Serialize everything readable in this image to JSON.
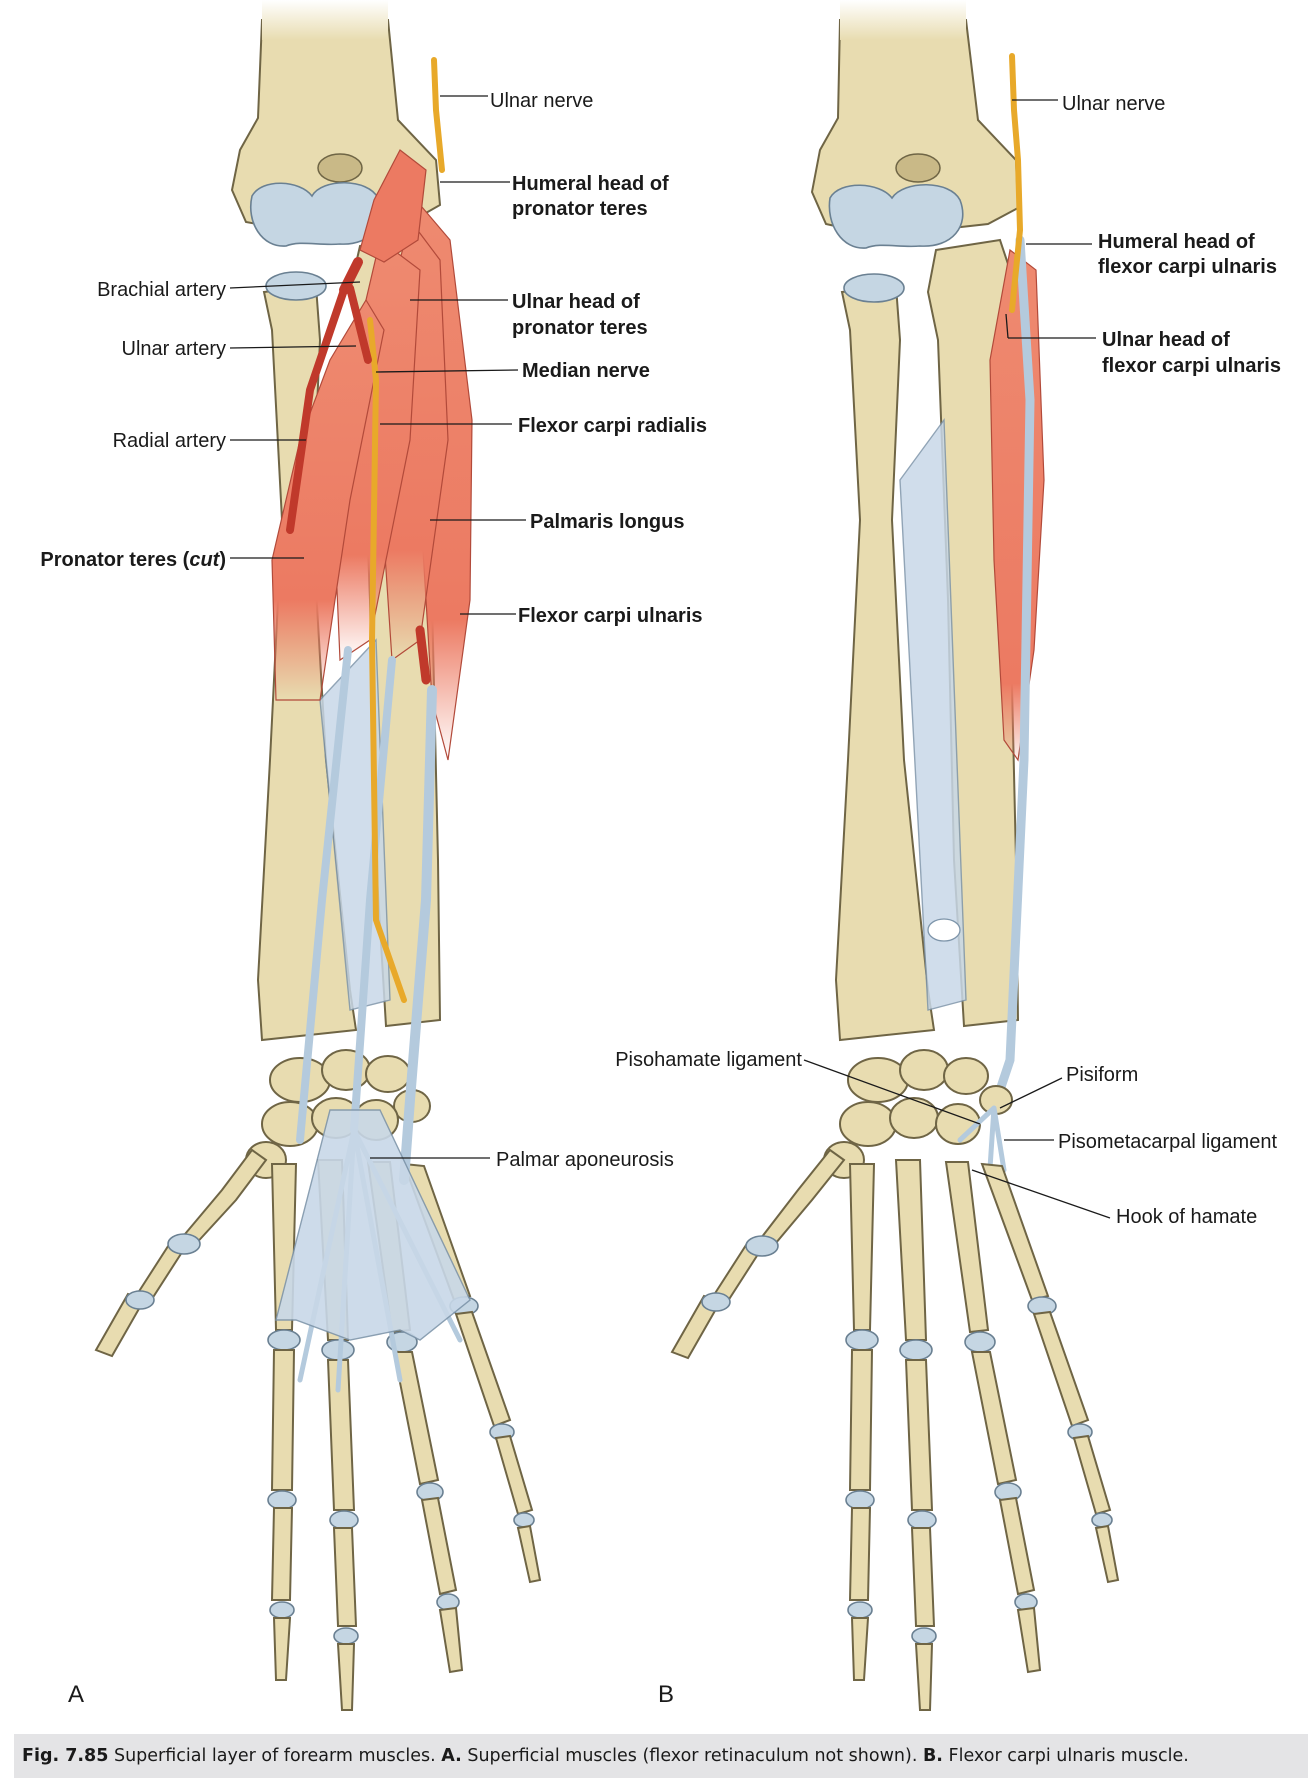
{
  "panels": {
    "a": {
      "letter": "A",
      "labels": {
        "ulnar_nerve": "Ulnar nerve",
        "humeral_head_pronator_1": "Humeral head of",
        "humeral_head_pronator_2": "pronator teres",
        "brachial_artery": "Brachial artery",
        "ulnar_head_pronator_1": "Ulnar head of",
        "ulnar_head_pronator_2": "pronator teres",
        "ulnar_artery": "Ulnar artery",
        "median_nerve": "Median nerve",
        "flexor_carpi_radialis": "Flexor carpi radialis",
        "radial_artery": "Radial artery",
        "palmaris_longus": "Palmaris longus",
        "pronator_teres_cut_main": "Pronator teres (",
        "pronator_teres_cut_italic": "cut",
        "pronator_teres_cut_end": ")",
        "flexor_carpi_ulnaris": "Flexor carpi ulnaris",
        "palmar_aponeurosis": "Palmar aponeurosis"
      }
    },
    "b": {
      "letter": "B",
      "labels": {
        "ulnar_nerve": "Ulnar nerve",
        "humeral_head_fcu_1": "Humeral head of",
        "humeral_head_fcu_2": "flexor carpi ulnaris",
        "ulnar_head_fcu_1": "Ulnar head of",
        "ulnar_head_fcu_2": "flexor carpi ulnaris",
        "pisohamate_ligament": "Pisohamate ligament",
        "pisiform": "Pisiform",
        "pisometacarpal_ligament": "Pisometacarpal ligament",
        "hook_of_hamate": "Hook of hamate"
      }
    }
  },
  "caption": {
    "fig_number": "Fig. 7.85",
    "text_1": "Superficial layer of forearm muscles.",
    "a_marker": "A.",
    "text_a": "Superficial muscles (flexor retinaculum not shown).",
    "b_marker": "B.",
    "text_b": "Flexor carpi ulnaris muscle."
  },
  "colors": {
    "bone": "#e8dcb0",
    "muscle": "#ec7a62",
    "tendon": "#b4cadd",
    "nerve": "#e8a92a",
    "artery": "#c0392b",
    "caption_bar": "#e4e4e6"
  }
}
